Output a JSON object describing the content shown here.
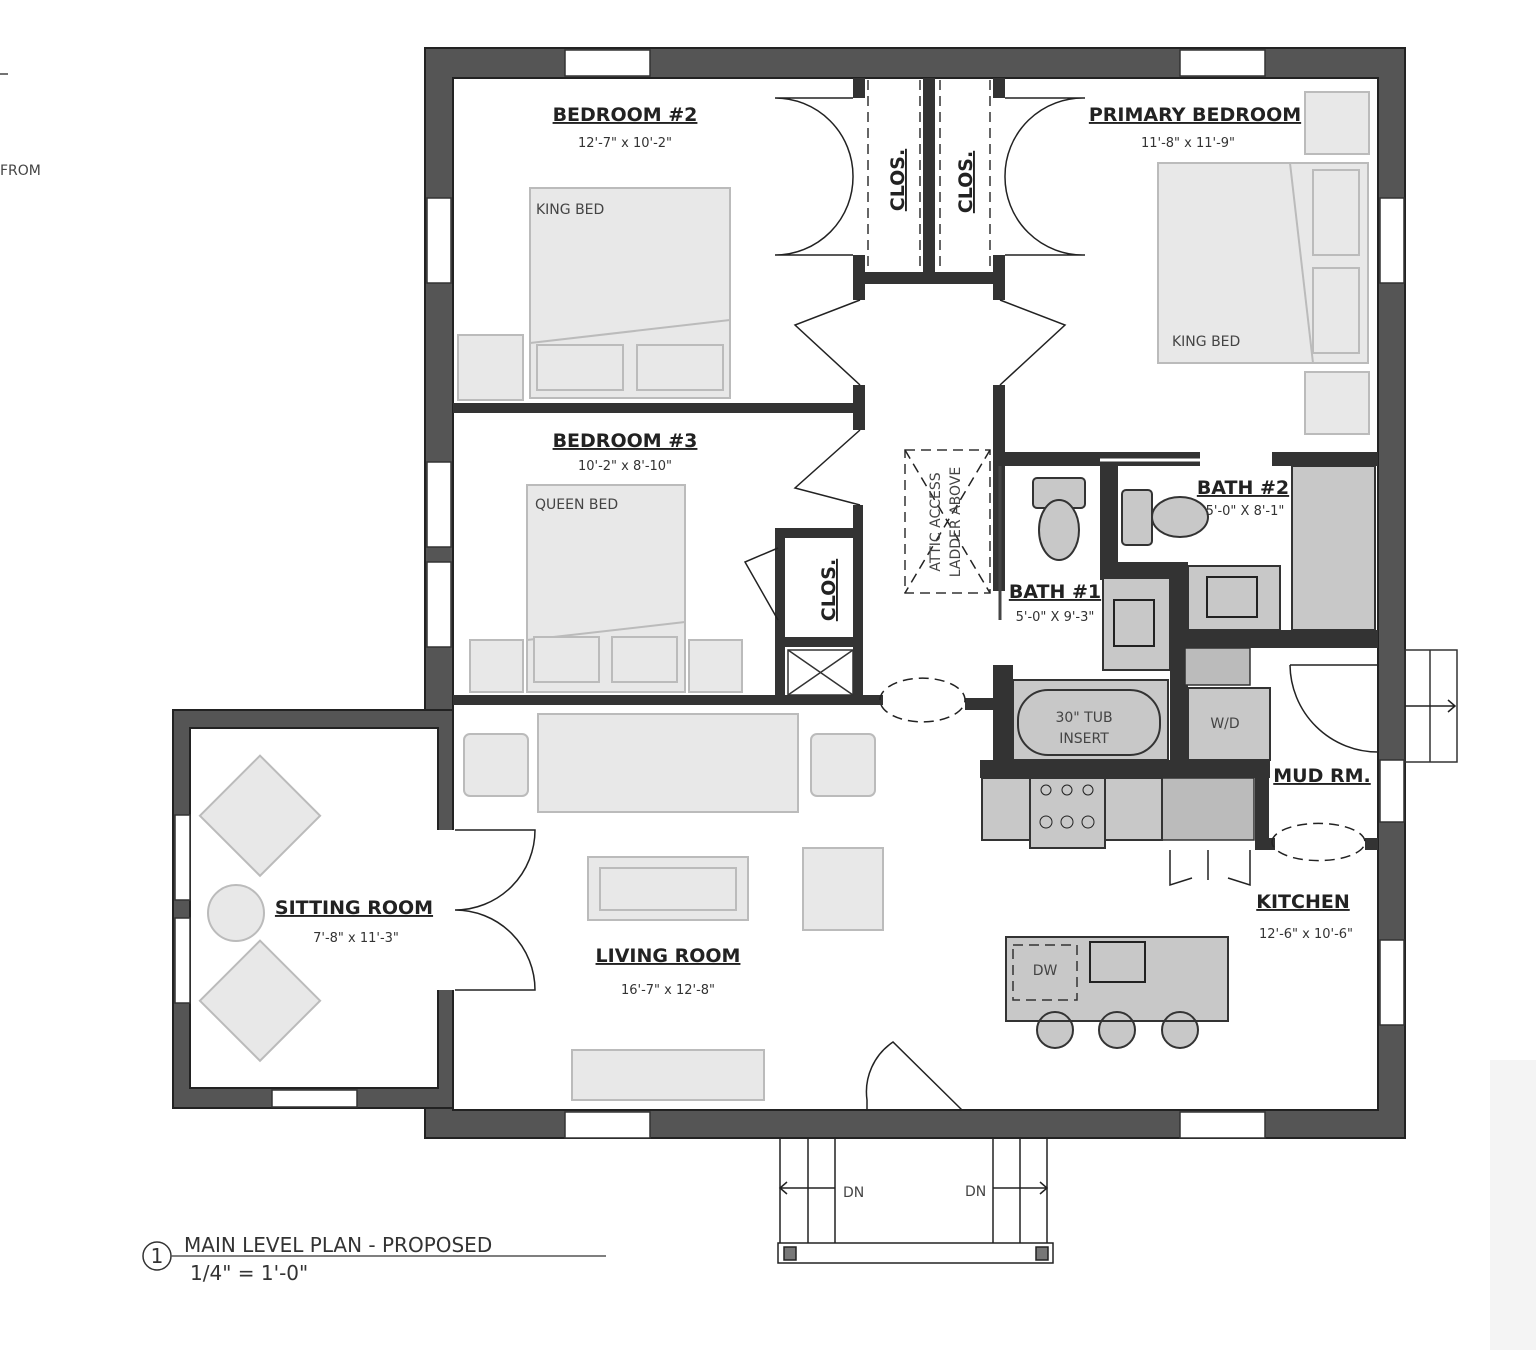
{
  "edge_text": {
    "cut_off": "FROM"
  },
  "rooms": {
    "bedroom2": {
      "name": "BEDROOM #2",
      "dims": "12'-7\" x 10'-2\"",
      "bed": "KING BED"
    },
    "primary": {
      "name": "PRIMARY BEDROOM",
      "dims": "11'-8\" x 11'-9\"",
      "bed": "KING BED"
    },
    "bedroom3": {
      "name": "BEDROOM #3",
      "dims": "10'-2\" x 8'-10\"",
      "bed": "QUEEN BED"
    },
    "bath1": {
      "name": "BATH #1",
      "dims": "5'-0\" X 9'-3\""
    },
    "bath2": {
      "name": "BATH #2",
      "dims": "5'-0\" X 8'-1\""
    },
    "sitting": {
      "name": "SITTING ROOM",
      "dims": "7'-8\" x 11'-3\""
    },
    "living": {
      "name": "LIVING ROOM",
      "dims": "16'-7\" x 12'-8\""
    },
    "kitchen": {
      "name": "KITCHEN",
      "dims": "12'-6\" x 10'-6\""
    },
    "mud": {
      "name": "MUD RM."
    }
  },
  "labels": {
    "closet": "CLOS.",
    "attic_line1": "ATTIC ACCESS",
    "attic_line2": "LADDER ABOVE",
    "tub_line1": "30\" TUB",
    "tub_line2": "INSERT",
    "washer_dryer": "W/D",
    "dishwasher": "DW",
    "stairs_down": "DN"
  },
  "title_block": {
    "number": "1",
    "title": "MAIN LEVEL PLAN - PROPOSED",
    "scale": "1/4\" = 1'-0\""
  },
  "colors": {
    "wall": "#555555",
    "fixture": "#c8c8c8",
    "furniture": "#e8e8e8"
  }
}
